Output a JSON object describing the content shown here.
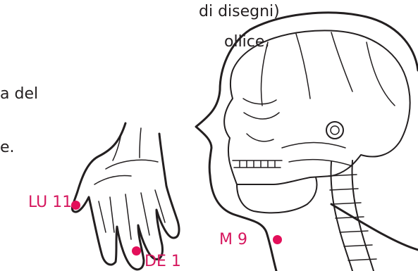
{
  "text_lines": [
    "di disegni)",
    "ollice,",
    "a del",
    "e."
  ],
  "points": [
    {
      "label": "LU 11"
    },
    {
      "label": "DE 1"
    },
    {
      "label": "M 9"
    }
  ],
  "colors": {
    "point": "#e30f5a",
    "label": "#d6175e",
    "line": "#231f20",
    "background": "#ffffff"
  }
}
